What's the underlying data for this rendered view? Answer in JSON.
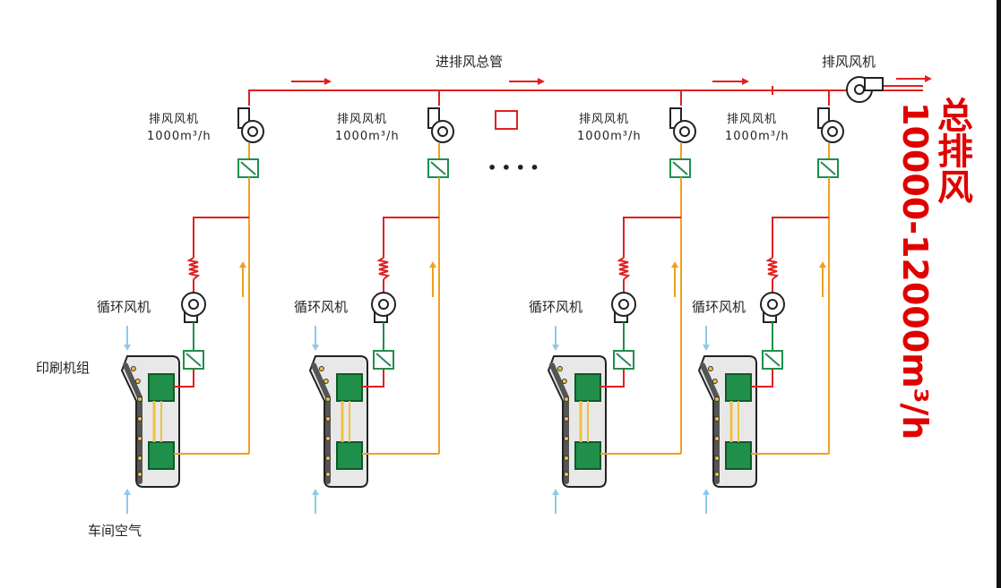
{
  "header": {
    "main_duct_label": "进排风总管",
    "main_fan_label": "排风风机"
  },
  "units": [
    {
      "exhaust_fan_label": "排风风机",
      "exhaust_flow": "1000m³/h",
      "circ_fan_label": "循环风机"
    },
    {
      "exhaust_fan_label": "排风风机",
      "exhaust_flow": "1000m³/h",
      "circ_fan_label": "循环风机"
    },
    {
      "exhaust_fan_label": "排风风机",
      "exhaust_flow": "1000m³/h",
      "circ_fan_label": "循环风机"
    },
    {
      "exhaust_fan_label": "排风风机",
      "exhaust_flow": "1000m³/h",
      "circ_fan_label": "循环风机"
    }
  ],
  "press_label": "印刷机组",
  "air_label": "车间空气",
  "ellipsis": "• • • •",
  "side_title": {
    "line1": "总排风",
    "line2": "10000-12000m³/h"
  },
  "colors": {
    "exhaust_line": "#e02020",
    "circulation_line": "#f0a020",
    "damper": "#1f8f4a",
    "air_arrow": "#8ec9ea",
    "side_title": "#e00000"
  },
  "icons": [
    "fan-icon",
    "damper-icon",
    "spring-icon",
    "press-icon",
    "arrow-icon"
  ]
}
